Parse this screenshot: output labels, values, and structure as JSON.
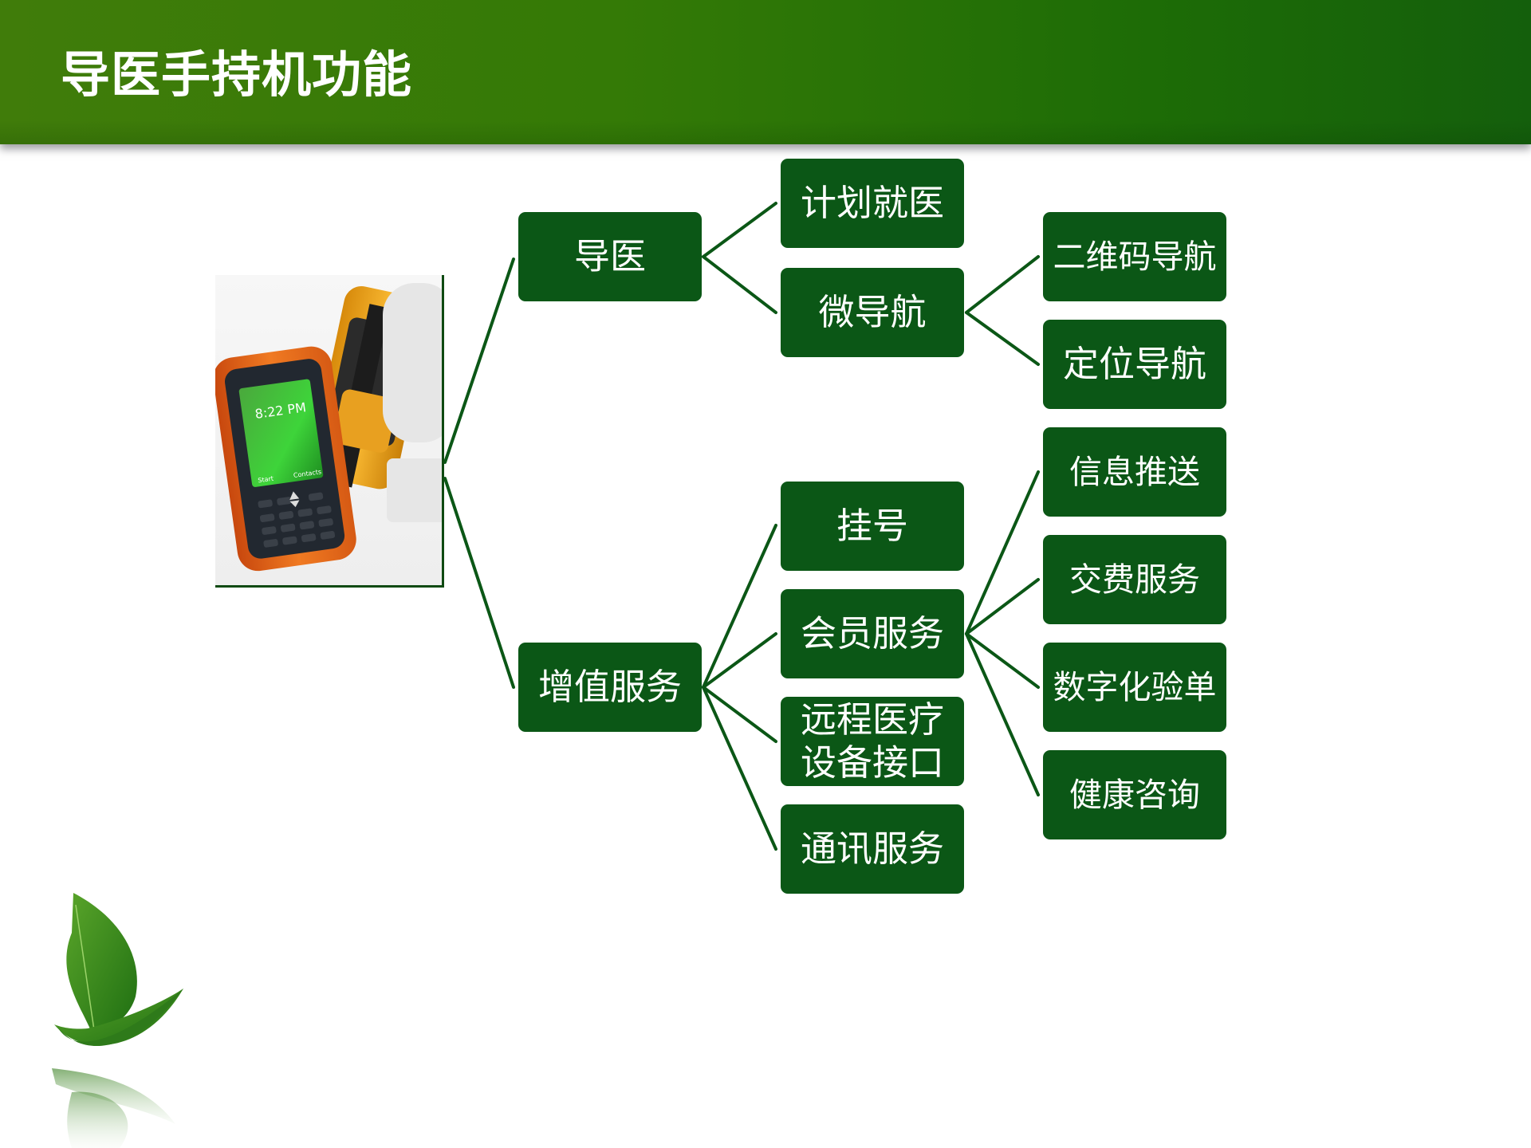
{
  "slide": {
    "title": "导医手持机功能",
    "colors": {
      "header_start": "#407c0a",
      "header_end": "#145f0c",
      "node_fill": "#0b5716",
      "node_text": "#ffffff",
      "connector": "#0b5716"
    }
  },
  "device_image": {
    "alt": "rugged handheld terminal (orange and yellow)",
    "screen_time": "8:22 PM",
    "screen_softkey_left": "Start",
    "screen_softkey_right": "Contacts"
  },
  "diagram": {
    "root": "handheld-device-image",
    "level1": [
      {
        "id": "guide",
        "label": "导医"
      },
      {
        "id": "value-added",
        "label": "增值服务"
      }
    ],
    "level2": [
      {
        "id": "plan",
        "label": "计划就医",
        "parent": "guide"
      },
      {
        "id": "micro-nav",
        "label": "微导航",
        "parent": "guide"
      },
      {
        "id": "register",
        "label": "挂号",
        "parent": "value-added"
      },
      {
        "id": "member",
        "label": "会员服务",
        "parent": "value-added"
      },
      {
        "id": "remote",
        "label": "远程医疗\n设备接口",
        "parent": "value-added"
      },
      {
        "id": "comm",
        "label": "通讯服务",
        "parent": "value-added"
      }
    ],
    "level3": [
      {
        "id": "qr-nav",
        "label": "二维码导航",
        "parent": "micro-nav"
      },
      {
        "id": "loc-nav",
        "label": "定位导航",
        "parent": "micro-nav"
      },
      {
        "id": "push",
        "label": "信息推送",
        "parent": "member"
      },
      {
        "id": "payment",
        "label": "交费服务",
        "parent": "member"
      },
      {
        "id": "lab",
        "label": "数字化验单",
        "parent": "member"
      },
      {
        "id": "health",
        "label": "健康咨询",
        "parent": "member"
      }
    ]
  }
}
